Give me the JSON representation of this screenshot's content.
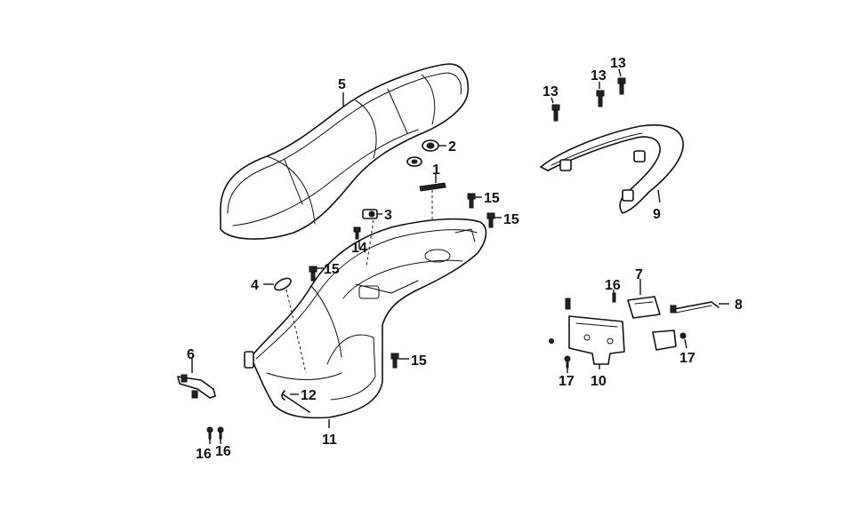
{
  "callouts": [
    {
      "id": "c1",
      "text": "1"
    },
    {
      "id": "c2",
      "text": "2"
    },
    {
      "id": "c3",
      "text": "3"
    },
    {
      "id": "c4",
      "text": "4"
    },
    {
      "id": "c5",
      "text": "5"
    },
    {
      "id": "c6",
      "text": "6"
    },
    {
      "id": "c7",
      "text": "7"
    },
    {
      "id": "c8",
      "text": "8"
    },
    {
      "id": "c9",
      "text": "9"
    },
    {
      "id": "c10",
      "text": "10"
    },
    {
      "id": "c11",
      "text": "11"
    },
    {
      "id": "c12",
      "text": "12"
    },
    {
      "id": "c13a",
      "text": "13"
    },
    {
      "id": "c13b",
      "text": "13"
    },
    {
      "id": "c13c",
      "text": "13"
    },
    {
      "id": "c14",
      "text": "14"
    },
    {
      "id": "c15a",
      "text": "15"
    },
    {
      "id": "c15b",
      "text": "15"
    },
    {
      "id": "c15c",
      "text": "15"
    },
    {
      "id": "c15d",
      "text": "15"
    },
    {
      "id": "c16a",
      "text": "16"
    },
    {
      "id": "c16b",
      "text": "16"
    },
    {
      "id": "c16c",
      "text": "16"
    },
    {
      "id": "c17a",
      "text": "17"
    },
    {
      "id": "c17b",
      "text": "17"
    }
  ]
}
